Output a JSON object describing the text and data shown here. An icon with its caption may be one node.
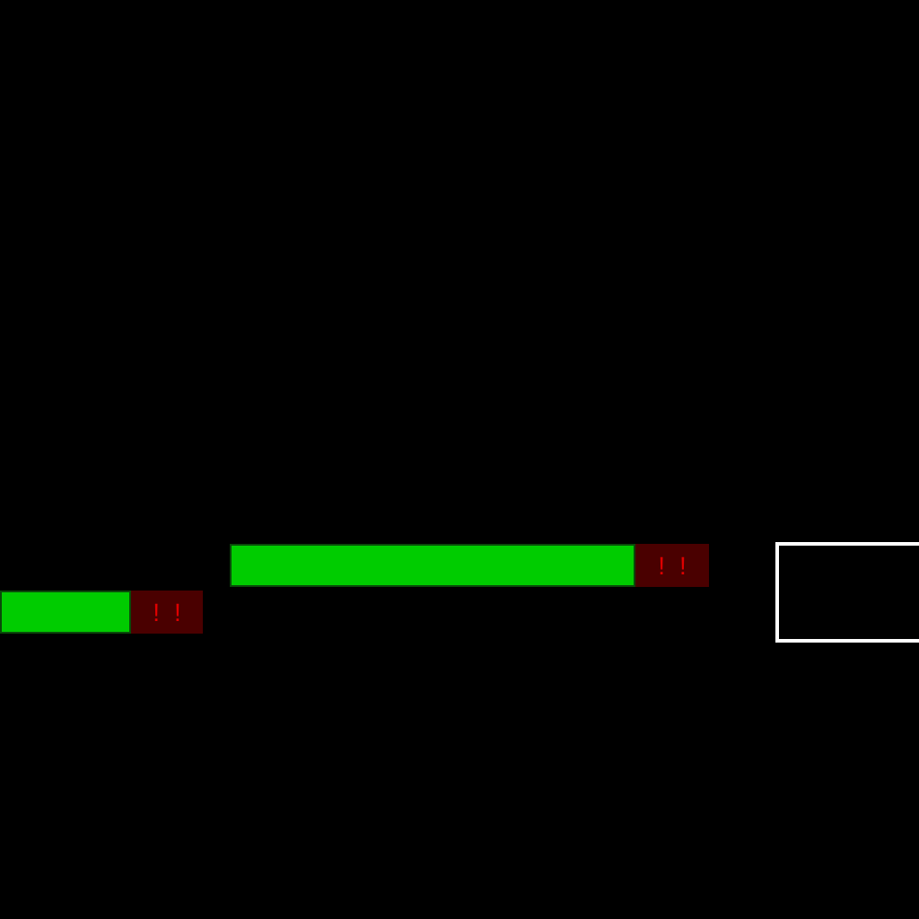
{
  "diagram": {
    "nodes": [
      {
        "text": [],
        "shape": "bar"
      },
      {
        "text": [
          "!",
          "!"
        ]
      },
      {
        "text": [],
        "shape": "bar"
      },
      {
        "text": [
          "!",
          "!"
        ]
      },
      {
        "text": [],
        "shape": "box"
      }
    ]
  }
}
